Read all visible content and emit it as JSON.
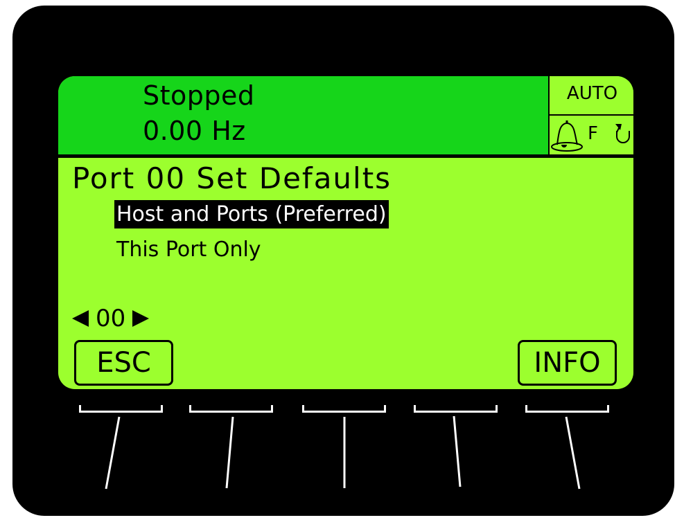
{
  "status": {
    "state": "Stopped",
    "frequency": "0.00 Hz"
  },
  "mode": {
    "label": "AUTO",
    "fault_letter": "F",
    "icons": [
      "bell-alarm-icon",
      "fault-f",
      "rotation-direction-icon"
    ]
  },
  "menu": {
    "title": "Port 00 Set Defaults",
    "options": [
      {
        "label": "Host and Ports (Preferred)",
        "selected": true
      },
      {
        "label": "This Port Only",
        "selected": false
      }
    ]
  },
  "port_selector": {
    "value": "00",
    "left_icon": "triangle-left-icon",
    "right_icon": "triangle-right-icon"
  },
  "softkeys": {
    "left": "ESC",
    "right": "INFO",
    "count": 5
  },
  "colors": {
    "device_body": "#000000",
    "header_green": "#16d51a",
    "screen_green": "#9cff2e",
    "highlight_bg": "#000000",
    "highlight_text": "#ffffff",
    "key_lines": "#ffffff"
  }
}
